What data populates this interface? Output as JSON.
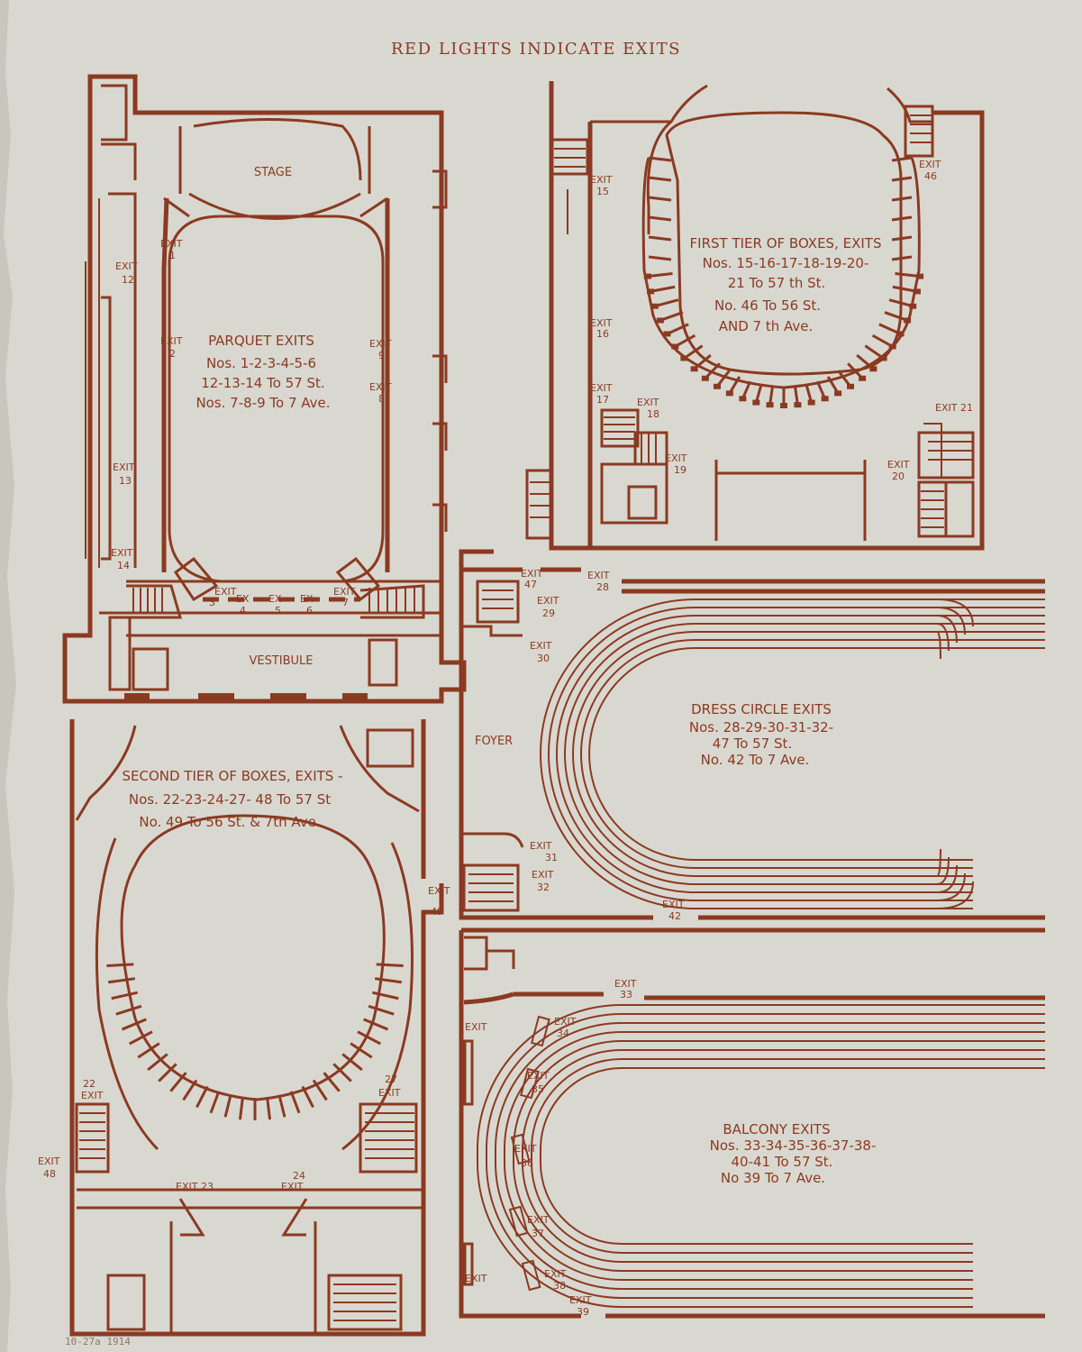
{
  "header": "RED LIGHTS INDICATE EXITS",
  "colors": {
    "ink": "#8b3a22",
    "paper": "#d9d8d0"
  },
  "parquet": {
    "stage": "STAGE",
    "vestibule": "VESTIBULE",
    "caption": [
      "PARQUET EXITS",
      "Nos. 1-2-3-4-5-6",
      "12-13-14 To 57 St.",
      "Nos. 7-8-9 To 7 Ave."
    ]
  },
  "first_tier": {
    "caption": [
      "FIRST TIER OF BOXES, EXITS",
      "Nos. 15-16-17-18-19-20-",
      "21 To 57 th St.",
      "No. 46 To 56 St.",
      "AND 7 th Ave."
    ]
  },
  "dress_circle": {
    "foyer": "FOYER",
    "caption": [
      "DRESS CIRCLE EXITS",
      "Nos. 28-29-30-31-32-",
      "47 To 57 St.",
      "No. 42 To 7 Ave."
    ]
  },
  "second_tier": {
    "caption": [
      "SECOND TIER OF BOXES, EXITS -",
      "Nos. 22-23-24-27- 48 To 57 St",
      "No. 49 To 56 St. & 7th Ave."
    ]
  },
  "balcony": {
    "caption": [
      "BALCONY EXITS",
      "Nos. 33-34-35-36-37-38-",
      "40-41 To 57 St.",
      "No 39 To 7 Ave."
    ]
  },
  "exit_word": "EXIT",
  "ex_word": "EX",
  "exit21": "EXIT 21",
  "exit23": "EXIT 23",
  "exit_numbers": {
    "n1": "1",
    "n2": "2",
    "n3": "3",
    "n4": "4",
    "n5": "5",
    "n6": "6",
    "n7": "7",
    "n8": "8",
    "n9": "9",
    "n12": "12",
    "n13": "13",
    "n14": "14",
    "n15": "15",
    "n16": "16",
    "n17": "17",
    "n18": "18",
    "n19": "19",
    "n20": "20",
    "n22": "22",
    "n24": "24",
    "n27": "27",
    "n28": "28",
    "n29": "29",
    "n30": "30",
    "n31": "31",
    "n32": "32",
    "n33": "33",
    "n34": "34",
    "n35": "35",
    "n36": "36",
    "n37": "37",
    "n38": "38",
    "n39": "39",
    "n42": "42",
    "n46": "46",
    "n47": "47",
    "n48": "48",
    "n49": "49"
  },
  "handwritten_note": "10-27a 1914"
}
